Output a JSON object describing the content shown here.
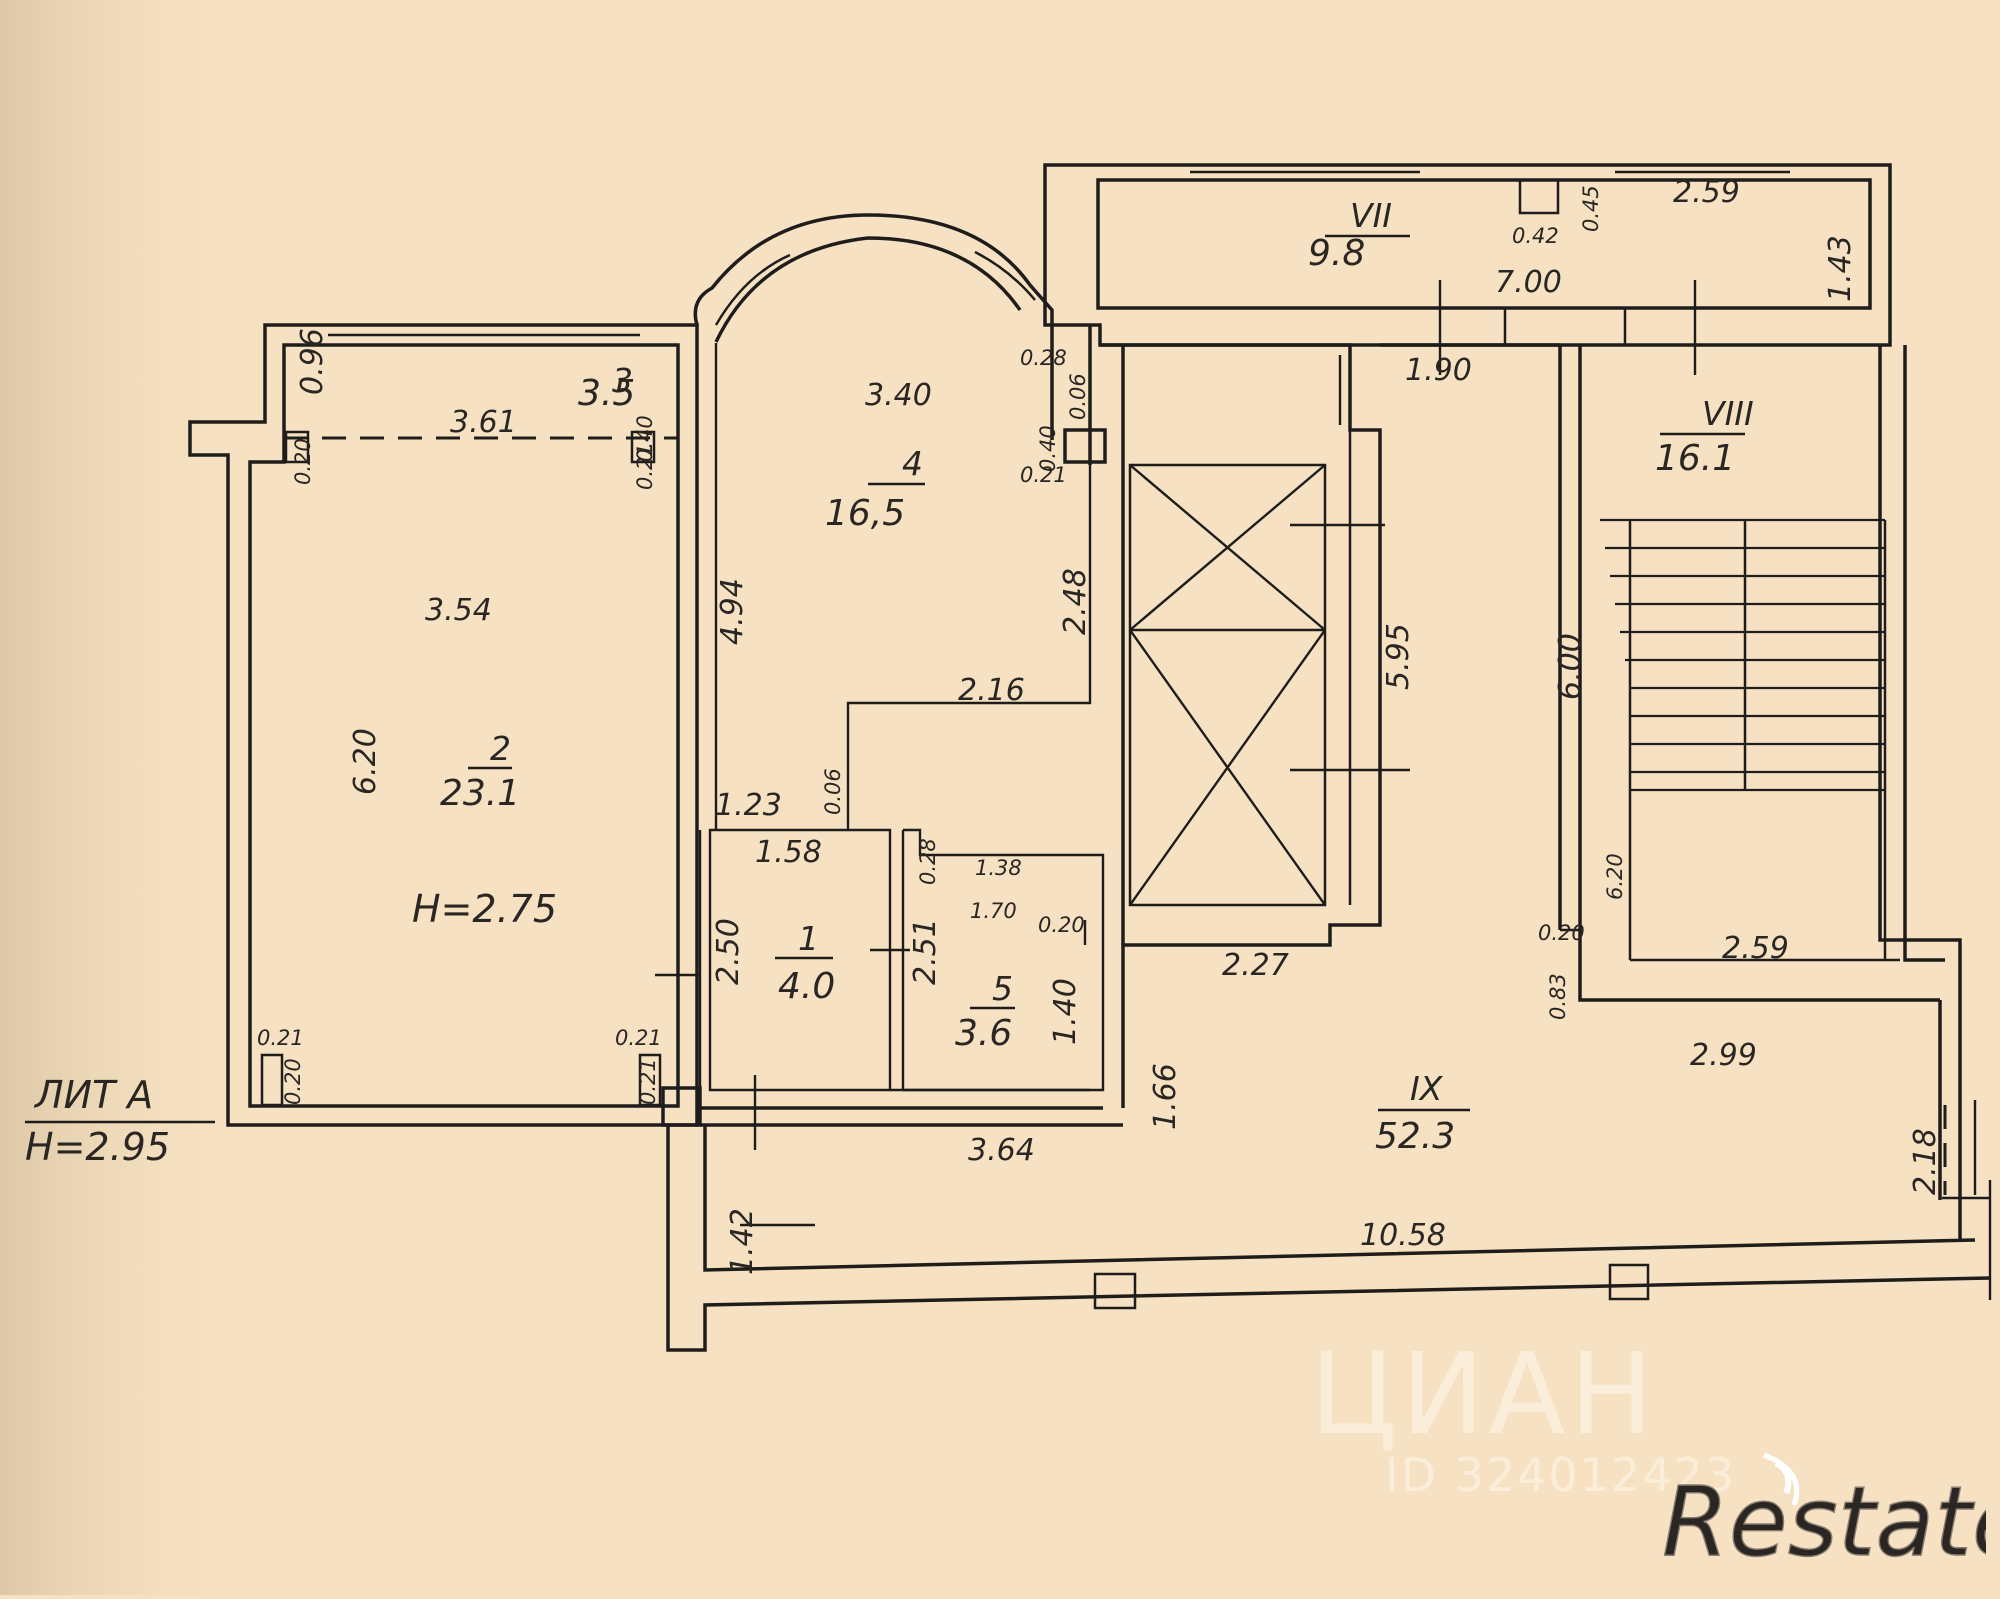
{
  "plan": {
    "floor": {
      "liter": "ЛИТ А",
      "height": "H=2.95",
      "room_height": "H=2.75"
    },
    "rooms": [
      {
        "id": "room-1",
        "number": "1",
        "area": "4.0"
      },
      {
        "id": "room-2",
        "number": "2",
        "area": "23.1"
      },
      {
        "id": "room-3",
        "number": "3",
        "area": "3.5"
      },
      {
        "id": "room-4",
        "number": "4",
        "area": "16,5"
      },
      {
        "id": "room-5",
        "number": "5",
        "area": "3.6"
      },
      {
        "id": "room-vii",
        "number": "VII",
        "area": "9.8"
      },
      {
        "id": "room-viii",
        "number": "VIII",
        "area": "16.1"
      },
      {
        "id": "room-ix",
        "number": "IX",
        "area": "52.3"
      }
    ],
    "dimensions": {
      "d_0_96": "0.96",
      "d_3_61": "3.61",
      "d_0_40a": "0.40",
      "d_0_21a": "0.21",
      "d_0_20a": "0.20",
      "d_3_54": "3.54",
      "d_6_20a": "6.20",
      "d_0_21b": "0.21",
      "d_0_20b": "0.20",
      "d_0_21c": "0.21",
      "d_0_21d": "0.21",
      "d_3_40": "3.40",
      "d_0_28a": "0.28",
      "d_0_06a": "0.06",
      "d_0_40b": "0.40",
      "d_0_21e": "0.21",
      "d_4_94": "4.94",
      "d_2_48": "2.48",
      "d_2_16": "2.16",
      "d_1_23": "1.23",
      "d_0_06b": "0.06",
      "d_1_58": "1.58",
      "d_2_50": "2.50",
      "d_0_28b": "0.28",
      "d_1_38": "1.38",
      "d_1_70": "1.70",
      "d_0_20c": "0.20",
      "d_2_51": "2.51",
      "d_1_40": "1.40",
      "d_2_27": "2.27",
      "d_1_66": "1.66",
      "d_3_64": "3.64",
      "d_1_42": "1.42",
      "d_10_58": "10.58",
      "d_5_95": "5.95",
      "d_1_90": "1.90",
      "d_7_00": "7.00",
      "d_2_59a": "2.59",
      "d_0_45": "0.45",
      "d_0_42": "0.42",
      "d_1_43": "1.43",
      "d_6_00": "6.00",
      "d_6_20b": "6.20",
      "d_0_20d": "0.20",
      "d_2_59b": "2.59",
      "d_0_83": "0.83",
      "d_2_99": "2.99",
      "d_2_18": "2.18"
    }
  },
  "watermark": {
    "text": "ЦИАН",
    "id": "ID 324012423"
  },
  "logo": {
    "text": "Restate"
  }
}
